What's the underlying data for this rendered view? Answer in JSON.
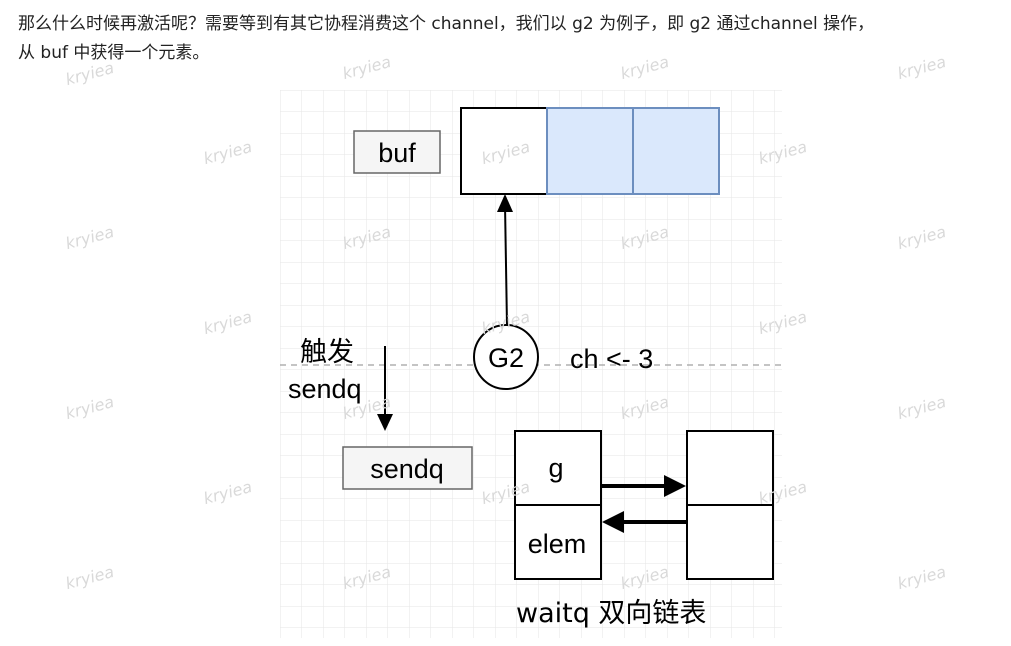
{
  "paragraph": {
    "line1": "那么什么时候再激活呢？需要等到有其它协程消费这个 channel，我们以 g2 为例子，即 g2 通过channel 操作，",
    "line2": "从 buf 中获得一个元素。"
  },
  "diagram": {
    "buf_label": "buf",
    "g2_label": "G2",
    "op_label": "ch <- 3",
    "trigger_label": "触发",
    "trigger_sub": "sendq",
    "sendq_label": "sendq",
    "node_g": "g",
    "node_elem": "elem",
    "waitq_label": "waitq 双向链表"
  },
  "watermark": "kryiea",
  "colors": {
    "buf_filled": "#dae8fc",
    "buf_filled_border": "#6c8ebf",
    "label_box_fill": "#f5f5f5",
    "label_box_border": "#666666",
    "grid": "#e6e6e6",
    "ink": "#000000"
  }
}
